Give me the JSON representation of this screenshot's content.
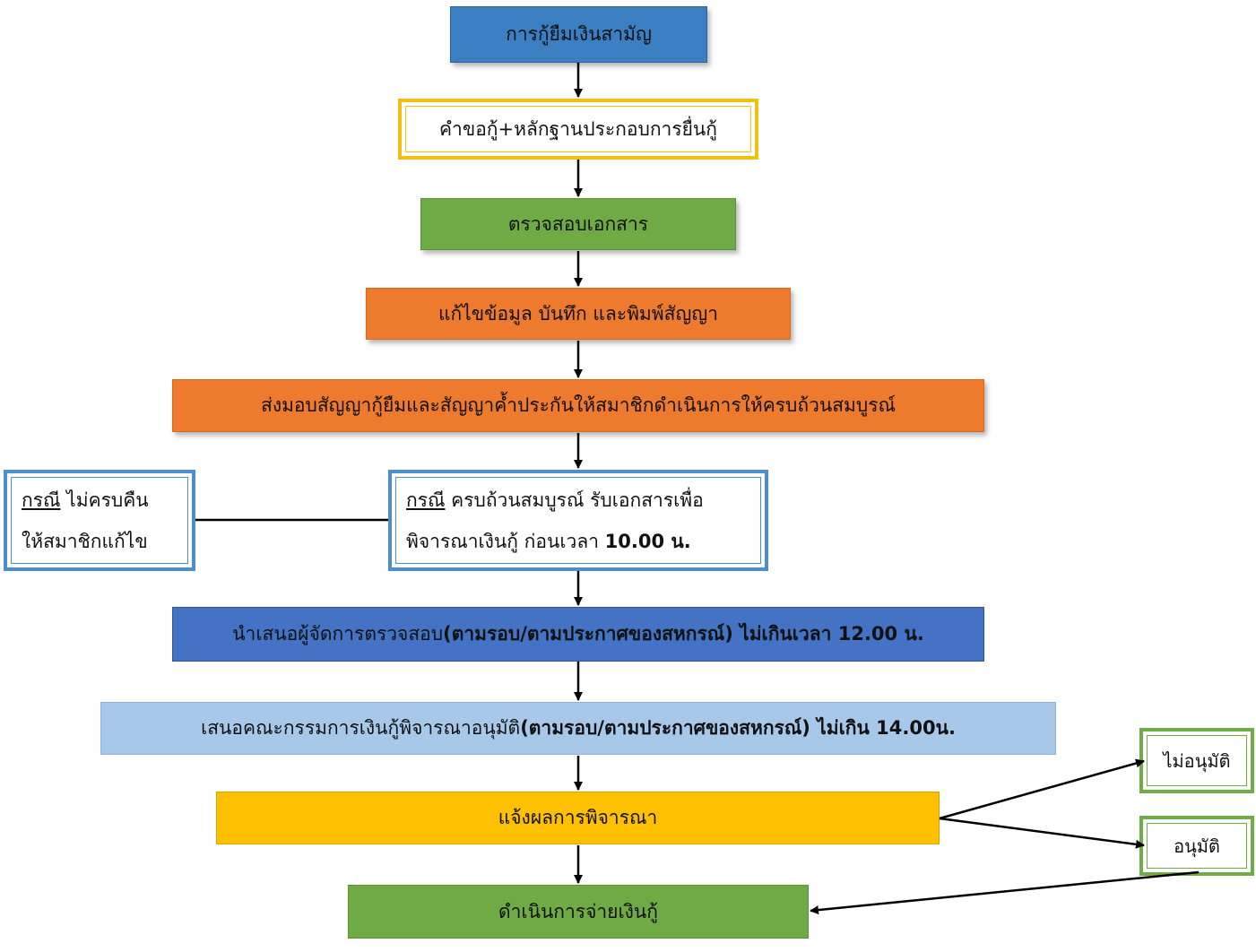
{
  "nodes": {
    "start": "การกู้ยืมเงินสามัญ",
    "request": "คำขอกู้+หลักฐานประกอบการยื่นกู้",
    "check": "ตรวจสอบเอกสาร",
    "edit": "แก้ไขข้อมูล  บันทึก และพิมพ์สัญญา",
    "deliver": "ส่งมอบสัญญากู้ยืมและสัญญาค้ำประกันให้สมาชิกดำเนินการให้ครบถ้วนสมบูรณ์",
    "complete": {
      "case_word": "กรณี",
      "line1_rest": " ครบถ้วนสมบูรณ์ รับเอกสารเพื่อ",
      "line2": "พิจารณาเงินกู้ ก่อนเวลา  ",
      "line2_bold": "10.00 น."
    },
    "incomplete": {
      "case_word": "กรณี",
      "line1_rest": " ไม่ครบคืน",
      "line2": "ให้สมาชิกแก้ไข"
    },
    "present_manager": {
      "text": "นำเสนอผู้จัดการตรวจสอบ  ",
      "bold": "(ตามรอบ/ตามประกาศของสหกรณ์) ไม่เกินเวลา 12.00  น."
    },
    "committee": {
      "text": "เสนอคณะกรรมการเงินกู้พิจารณาอนุมัติ  ",
      "bold": "(ตามรอบ/ตามประกาศของสหกรณ์)  ไม่เกิน 14.00น."
    },
    "notify": "แจ้งผลการพิจารณา",
    "pay": "ดำเนินการจ่ายเงินกู้",
    "rejected": "ไม่อนุมัติ",
    "approved": "อนุมัติ"
  }
}
